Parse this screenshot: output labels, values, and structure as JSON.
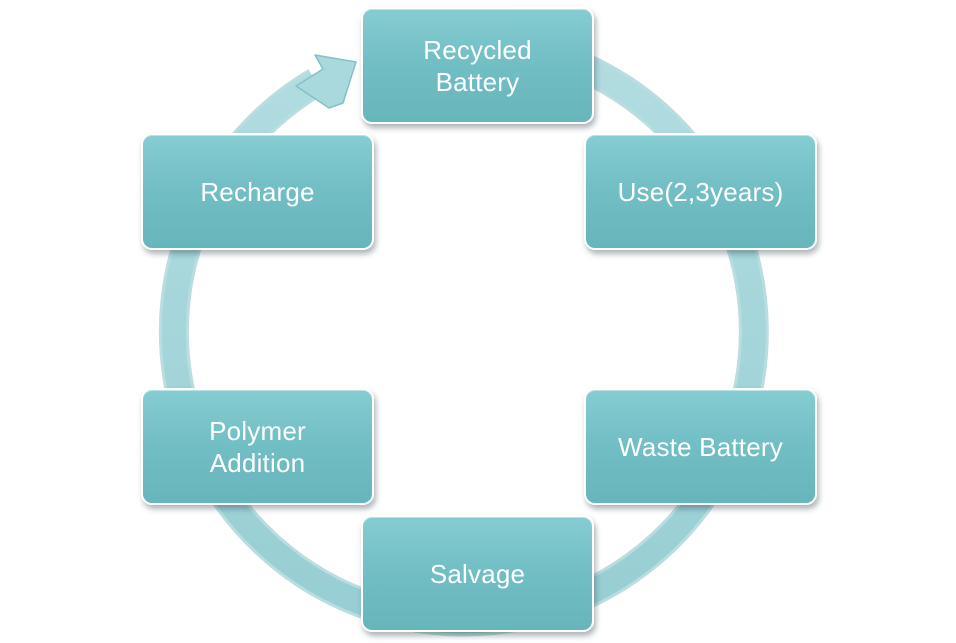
{
  "diagram": {
    "type": "cycle",
    "colors": {
      "box_fill": "#72bfc5",
      "box_border": "#ffffff",
      "ring": "#a3d5da",
      "text": "#ffffff"
    },
    "arrow_icon": "circular-arrow-icon",
    "steps": [
      {
        "label": "Recycled\nBattery"
      },
      {
        "label": "Use(2,3years)"
      },
      {
        "label": "Waste Battery"
      },
      {
        "label": "Salvage"
      },
      {
        "label": "Polymer\nAddition"
      },
      {
        "label": "Recharge"
      }
    ]
  }
}
